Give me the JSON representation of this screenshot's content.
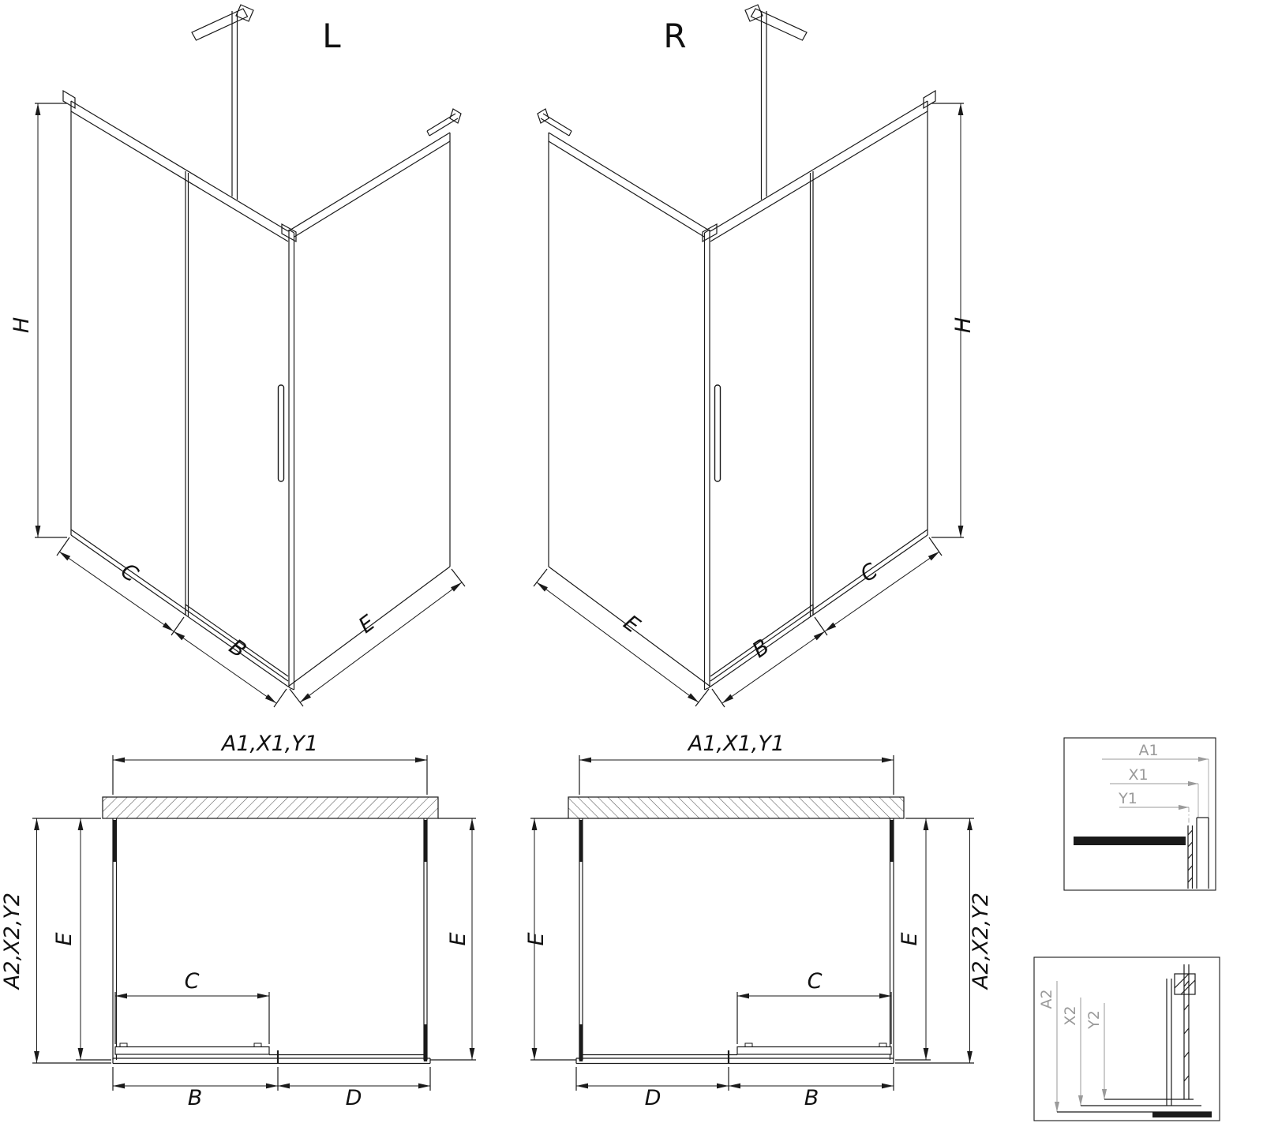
{
  "iso_views": {
    "left": {
      "label": "L",
      "dims": {
        "h": "H",
        "c": "C",
        "b": "B",
        "e": "E"
      }
    },
    "right": {
      "label": "R",
      "dims": {
        "h": "H",
        "c": "C",
        "b": "B",
        "e": "E"
      }
    }
  },
  "plan_views": {
    "left": {
      "dims": {
        "top": "A1,X1,Y1",
        "outer": "A2,X2,Y2",
        "e_left": "E",
        "e_right": "E",
        "c": "C",
        "b": "B",
        "d": "D"
      }
    },
    "right": {
      "dims": {
        "top": "A1,X1,Y1",
        "outer": "A2,X2,Y2",
        "e_left": "E",
        "e_right": "E",
        "c": "C",
        "b": "B",
        "d": "D"
      }
    }
  },
  "details": {
    "top": {
      "dims": {
        "a1": "A1",
        "x1": "X1",
        "y1": "Y1"
      }
    },
    "bottom": {
      "dims": {
        "a2": "A2",
        "x2": "X2",
        "y2": "Y2"
      }
    }
  },
  "colors": {
    "line": "#1a1a1a",
    "detail_dim": "#9a9a9a",
    "background": "#ffffff"
  }
}
